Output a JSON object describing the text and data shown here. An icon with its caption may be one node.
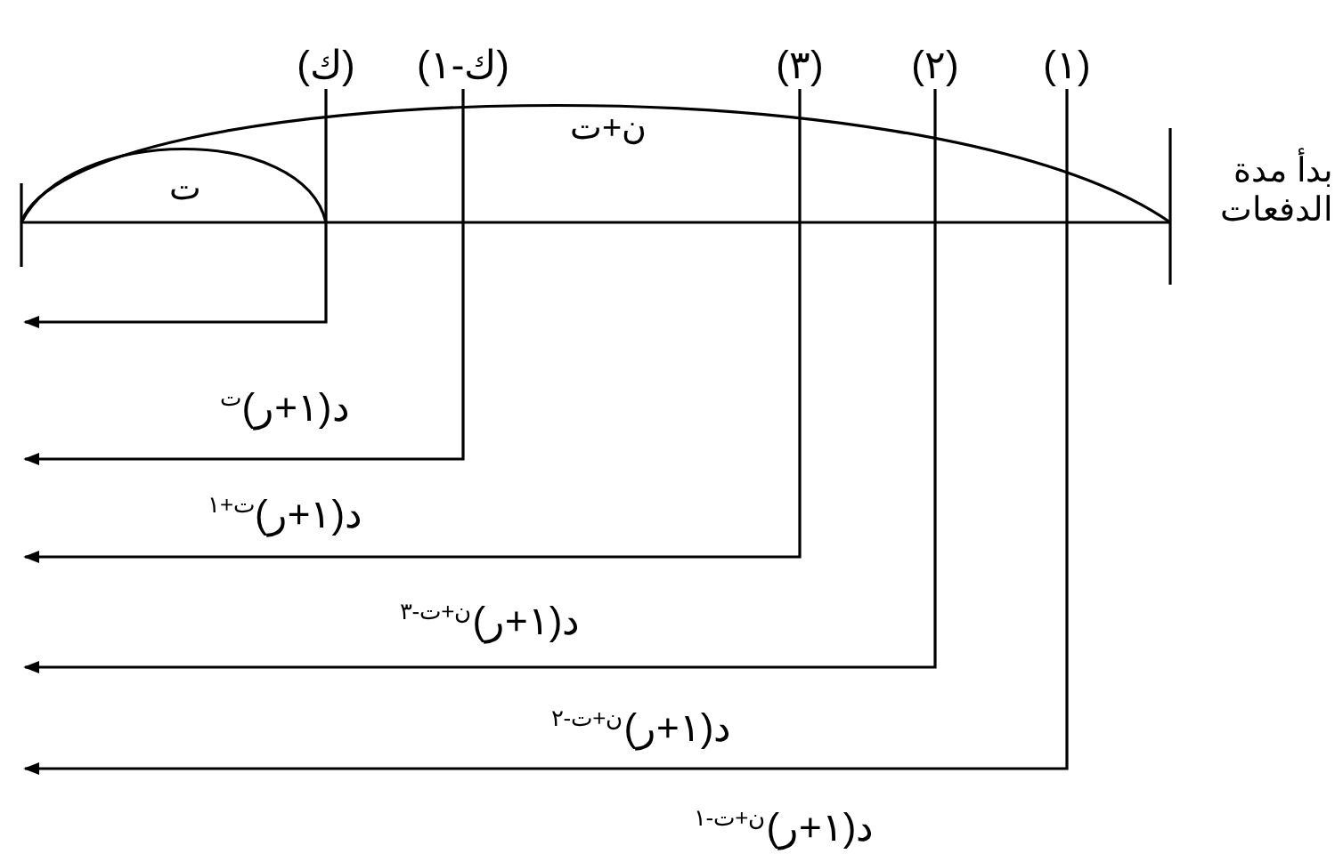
{
  "diagram": {
    "nodes": [
      {
        "text": [
          "(١)"
        ]
      },
      {
        "text": [
          "(٢)"
        ]
      },
      {
        "text": [
          "(٣)"
        ]
      },
      {
        "text": [
          "(ك-١)"
        ]
      },
      {
        "text": [
          "(ك)"
        ]
      }
    ],
    "edges": [
      {
        "from": 0,
        "to": null,
        "arrow": "to",
        "label": "د(١+ر)$^{ن+ت-١}$"
      },
      {
        "from": 1,
        "to": null,
        "arrow": "to",
        "label": "د(١+ر)$^{ن+ت-٢}$"
      },
      {
        "from": 2,
        "to": null,
        "arrow": "to",
        "label": "د(١+ر)$^{ن+ت-٣}$"
      },
      {
        "from": 3,
        "to": null,
        "arrow": "to",
        "label": "د(١+ر)$^{ت+١}$"
      },
      {
        "from": 4,
        "to": null,
        "arrow": "to",
        "label": "د(١+ر)$^{ت}$"
      }
    ],
    "labels": [
      "ن+ت",
      "ت",
      "بدأ مدة الدفعات"
    ]
  }
}
